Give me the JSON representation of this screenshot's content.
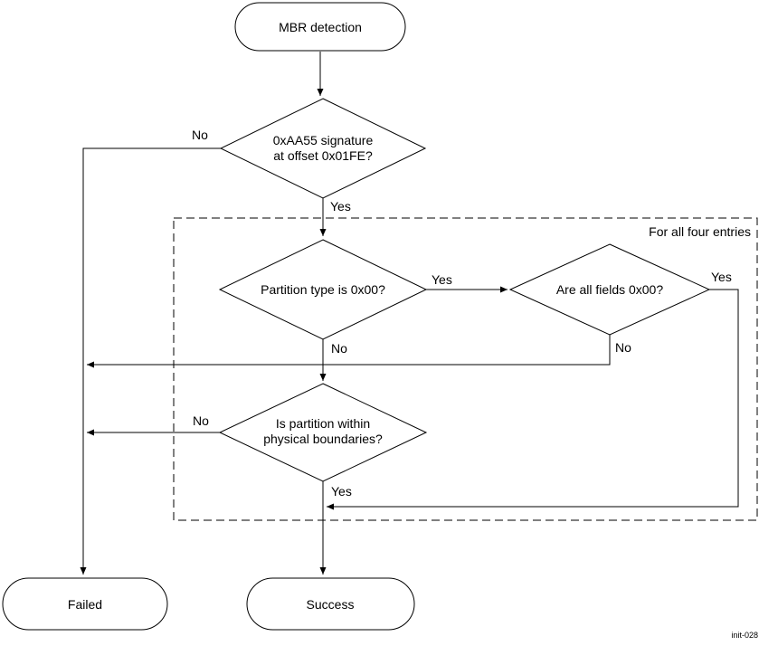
{
  "figure": {
    "id": "init-028"
  },
  "colors": {
    "line": "#000000",
    "background": "#ffffff",
    "text": "#000000"
  },
  "loop_region": {
    "label": "For all four entries"
  },
  "nodes": {
    "start": {
      "type": "terminal",
      "label": "MBR detection"
    },
    "signature": {
      "type": "decision",
      "label_line1": "0xAA55 signature",
      "label_line2": "at offset 0x01FE?"
    },
    "partition_type": {
      "type": "decision",
      "label": "Partition type is 0x00?"
    },
    "all_fields": {
      "type": "decision",
      "label": "Are all fields 0x00?"
    },
    "boundaries": {
      "type": "decision",
      "label_line1": "Is partition within",
      "label_line2": "physical boundaries?"
    },
    "failed": {
      "type": "terminal",
      "label": "Failed"
    },
    "success": {
      "type": "terminal",
      "label": "Success"
    }
  },
  "edges": {
    "start_to_signature": {
      "from": "start",
      "to": "signature"
    },
    "signature_no": {
      "label": "No",
      "from": "signature",
      "to": "failed"
    },
    "signature_yes": {
      "label": "Yes",
      "from": "signature",
      "to": "partition_type"
    },
    "partition_type_yes": {
      "label": "Yes",
      "from": "partition_type",
      "to": "all_fields"
    },
    "partition_type_no": {
      "label": "No",
      "from": "partition_type",
      "to": "boundaries"
    },
    "all_fields_yes": {
      "label": "Yes",
      "from": "all_fields",
      "to": "boundaries_yes_line"
    },
    "all_fields_no": {
      "label": "No",
      "from": "all_fields",
      "to": "failed"
    },
    "boundaries_no": {
      "label": "No",
      "from": "boundaries",
      "to": "failed"
    },
    "boundaries_yes": {
      "label": "Yes",
      "from": "boundaries",
      "to": "success"
    }
  }
}
